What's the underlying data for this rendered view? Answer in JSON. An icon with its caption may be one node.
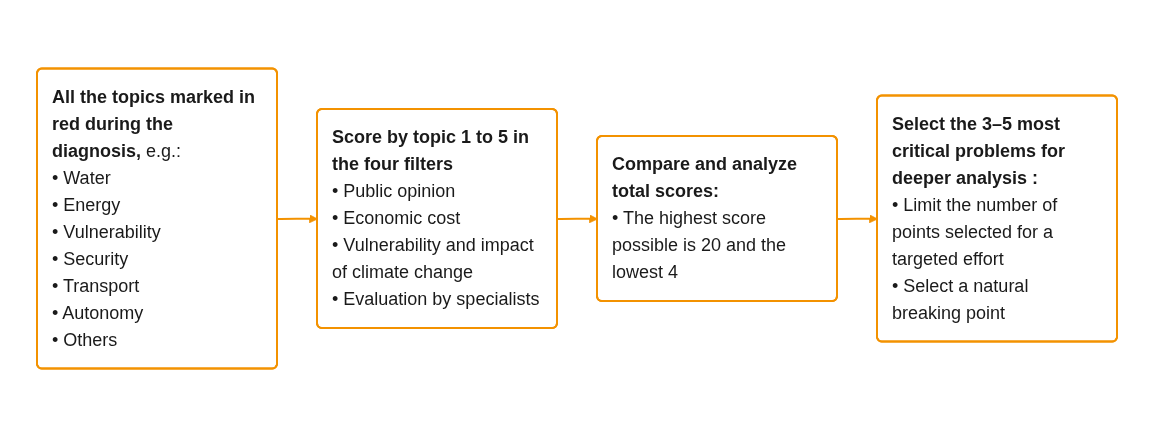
{
  "diagram": {
    "nodes": [
      {
        "text": [
          "**All the topics marked in red during the diagnosis,** e.g.:",
          "• Water",
          "• Energy",
          "• Vulnerability",
          "• Security",
          "• Transport",
          "• Autonomy",
          "• Others"
        ]
      },
      {
        "text": [
          "Score by topic 1 to 5 in the four filters",
          "• Public opinion",
          "• Economic cost",
          "• Vulnerability and impact of climate change",
          "• Evaluation by specialists"
        ]
      },
      {
        "text": [
          "Compare and analyze total scores:",
          "• The highest score possible is 20 and the lowest 4"
        ]
      },
      {
        "text": [
          "Select the 3–5 most critical problems for deeper analysis :",
          "• Limit the number of points selected for a targeted effort",
          "• Select a natural breaking point"
        ]
      }
    ],
    "edges": [
      {
        "from": 0,
        "to": 1,
        "arrow": "to"
      },
      {
        "from": 1,
        "to": 2,
        "arrow": "to"
      },
      {
        "from": 2,
        "to": 3,
        "arrow": "to"
      }
    ]
  }
}
